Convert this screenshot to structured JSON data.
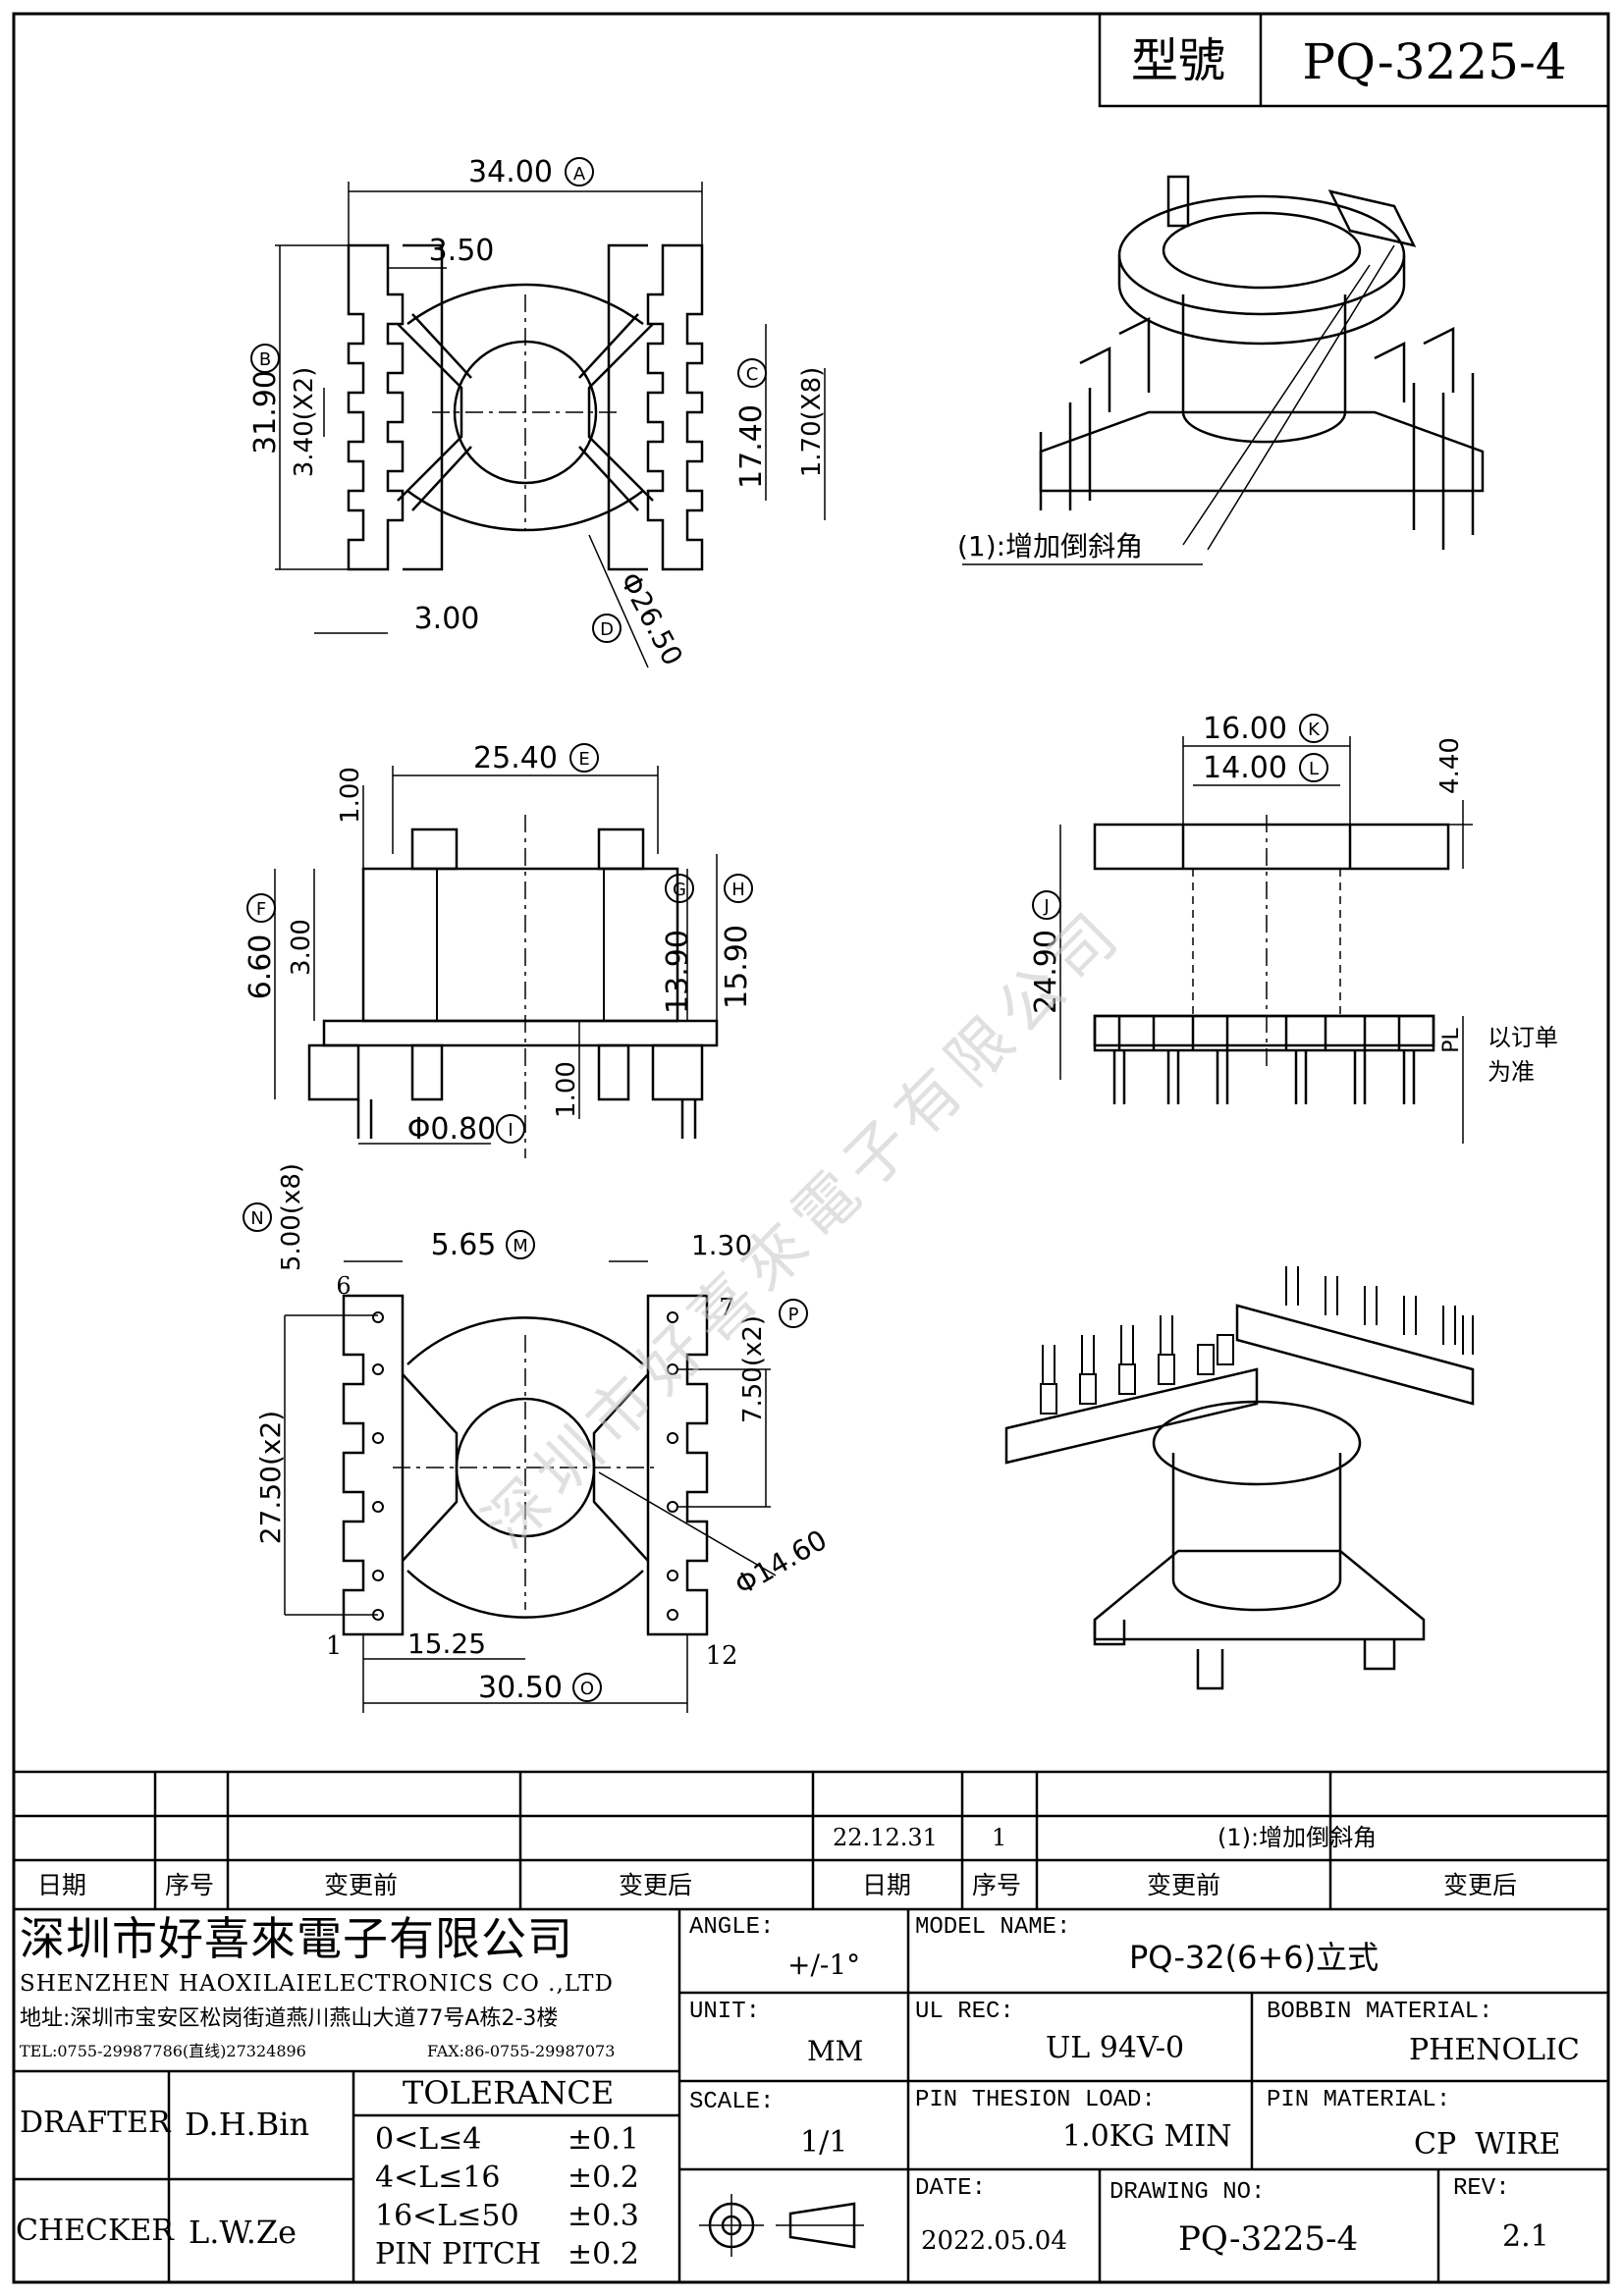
{
  "header": {
    "label": "型號",
    "model": "PQ-3225-4"
  },
  "views": {
    "top": {
      "dim_width": "34.00",
      "circle_a": "A",
      "dim_3_50": "3.50",
      "dim_height": "31.90",
      "circle_b": "B",
      "dim_3_40": "3.40(X2)",
      "dim_17_40": "17.40",
      "circle_c": "C",
      "dim_1_70": "1.70(X8)",
      "dim_3_00": "3.00",
      "dim_diameter": "Φ26.50",
      "circle_d": "D",
      "note": "(1):增加倒斜角"
    },
    "front": {
      "dim_1_00_top": "1.00",
      "dim_25_40": "25.40",
      "circle_e": "E",
      "dim_6_60": "6.60",
      "circle_f": "F",
      "dim_3_00": "3.00",
      "dim_13_90": "13.90",
      "circle_g": "G",
      "dim_15_90": "15.90",
      "circle_h": "H",
      "dim_pin": "Φ0.80",
      "circle_i": "I",
      "dim_1_00_bottom": "1.00"
    },
    "side": {
      "dim_16_00": "16.00",
      "circle_k": "K",
      "dim_14_00": "14.00",
      "circle_l": "L",
      "dim_4_40": "4.40",
      "dim_24_90": "24.90",
      "circle_j": "J",
      "dim_pl": "PL",
      "note_line1": "以订单",
      "note_line2": "为准"
    },
    "bottom": {
      "dim_5_00": "5.00(x8)",
      "circle_n": "N",
      "dim_5_65": "5.65",
      "circle_m": "M",
      "dim_1_30": "1.30",
      "dim_7_50": "7.50(x2)",
      "circle_p": "P",
      "dim_27_50": "27.50(x2)",
      "dim_14_60": "Φ14.60",
      "dim_15_25": "15.25",
      "dim_30_50": "30.50",
      "circle_o": "O",
      "pin_1": "1",
      "pin_6": "6",
      "pin_7": "7",
      "pin_12": "12"
    }
  },
  "revisions": {
    "row_date": "22.12.31",
    "row_no": "1",
    "row_desc": "(1):增加倒斜角",
    "headers": [
      "日期",
      "序号",
      "变更前",
      "变更后",
      "日期",
      "序号",
      "变更前",
      "变更后"
    ]
  },
  "company": {
    "name_cn": "深圳市好喜來電子有限公司",
    "name_en": "SHENZHEN HAOXILAIELECTRONICS CO .,LTD",
    "address": "地址:深圳市宝安区松岗街道燕川燕山大道77号A栋2-3楼",
    "tel": "TEL:0755-29987786(直线)27324896",
    "fax": "FAX:86-0755-29987073"
  },
  "title_block": {
    "angle_label": "ANGLE:",
    "angle_value": "+/-1°",
    "model_label": "MODEL NAME:",
    "model_value": "PQ-32(6+6)立式",
    "unit_label": "UNIT:",
    "unit_value": "MM",
    "ul_label": "UL REC:",
    "ul_value": "UL 94V-0",
    "bobbin_label": "BOBBIN MATERIAL:",
    "bobbin_value": "PHENOLIC",
    "scale_label": "SCALE:",
    "scale_value": "1/1",
    "pin_load_label": "PIN THESION LOAD:",
    "pin_load_value": "1.0KG MIN",
    "pin_mat_label": "PIN MATERIAL:",
    "pin_mat_value": "CP  WIRE",
    "date_label": "DATE:",
    "date_value": "2022.05.04",
    "drawing_label": "DRAWING NO:",
    "drawing_value": "PQ-3225-4",
    "rev_label": "REV:",
    "rev_value": "2.1",
    "drafter_label": "DRAFTER",
    "drafter_value": "D.H.Bin",
    "checker_label": "CHECKER",
    "checker_value": "L.W.Ze",
    "tolerance_label": "TOLERANCE",
    "tolerances": [
      {
        "range": "0<L≤4",
        "value": "±0.1"
      },
      {
        "range": "4<L≤16",
        "value": "±0.2"
      },
      {
        "range": "16<L≤50",
        "value": "±0.3"
      },
      {
        "range": "PIN PITCH",
        "value": "±0.2"
      }
    ]
  }
}
